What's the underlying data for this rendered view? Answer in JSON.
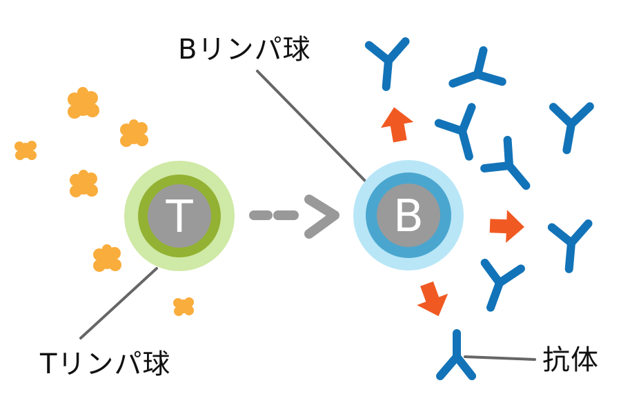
{
  "labels": {
    "b_lymphocyte": "Bリンパ球",
    "t_lymphocyte": "Tリンパ球",
    "antibody": "抗体"
  },
  "cells": {
    "t_letter": "T",
    "b_letter": "B"
  },
  "colors": {
    "antigen": "#f9ad3c",
    "t_outer": "#cfe9a6",
    "t_ring": "#93b233",
    "cell_core": "#9a9a9a",
    "b_outer": "#b8e6f7",
    "b_ring": "#4aa6cf",
    "antibody": "#1273b8",
    "arrow_orange": "#f05a22",
    "arrow_gray": "#999999",
    "leader_line": "#666666"
  }
}
